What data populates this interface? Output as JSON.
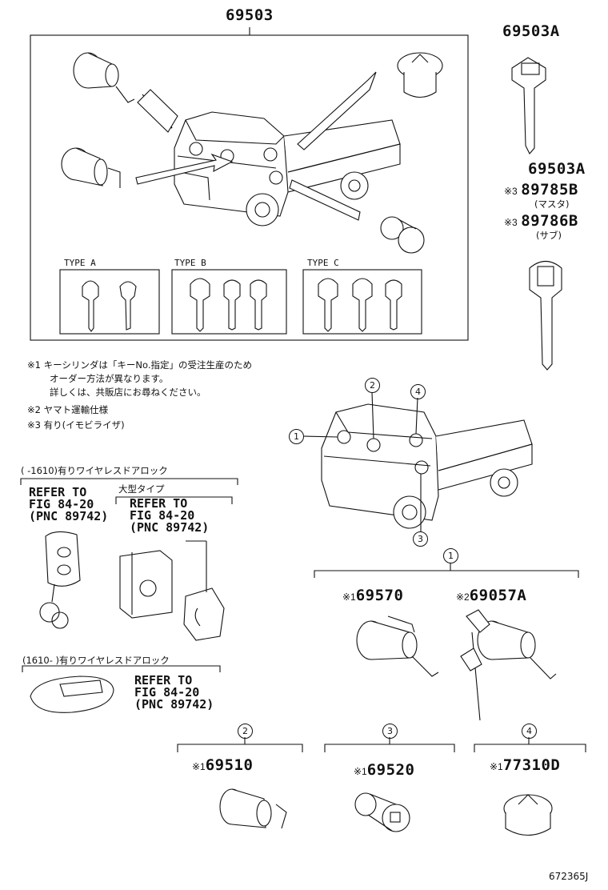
{
  "top_part_number": "69503",
  "key_part_number_a": "69503A",
  "key_group": {
    "part_a": "69503A",
    "mark_3a": "※3",
    "part_master": "89785B",
    "master_label": "(マスタ)",
    "mark_3b": "※3",
    "part_sub": "89786B",
    "sub_label": "(サブ)"
  },
  "key_types": {
    "type_a": "TYPE  A",
    "type_b": "TYPE  B",
    "type_c": "TYPE  C"
  },
  "notes": {
    "note1_mark": "※1",
    "note1_line1": "キーシリンダは「キーNo.指定」の受注生産のため",
    "note1_line2": "オーダー方法が異なります。",
    "note1_line3": "詳しくは、共販店にお尋ねください。",
    "note2": "※2 ヤマト運輸仕様",
    "note3": "※3 有り(イモビライザ)"
  },
  "wireless_1": {
    "header": "(    -1610)有りワイヤレスドアロック",
    "ref_line1": "REFER TO",
    "ref_line2": "FIG 84-20",
    "ref_line3": "(PNC 89742)",
    "large_type": "大型タイプ",
    "ref2_line1": "REFER TO",
    "ref2_line2": "FIG 84-20",
    "ref2_line3": "(PNC 89742)"
  },
  "wireless_2": {
    "header": "(1610-      )有りワイヤレスドアロック",
    "ref_line1": "REFER TO",
    "ref_line2": "FIG 84-20",
    "ref_line3": "(PNC 89742)"
  },
  "callouts": {
    "c1": "1",
    "c2": "2",
    "c3": "3",
    "c4": "4"
  },
  "group1": {
    "label": "1",
    "mark_a": "※1",
    "part_a": "69570",
    "mark_b": "※2",
    "part_b": "69057A"
  },
  "group2": {
    "label": "2",
    "mark": "※1",
    "part": "69510"
  },
  "group3": {
    "label": "3",
    "mark": "※1",
    "part": "69520"
  },
  "group4": {
    "label": "4",
    "mark": "※1",
    "part": "77310D"
  },
  "figure_code": "672365J"
}
